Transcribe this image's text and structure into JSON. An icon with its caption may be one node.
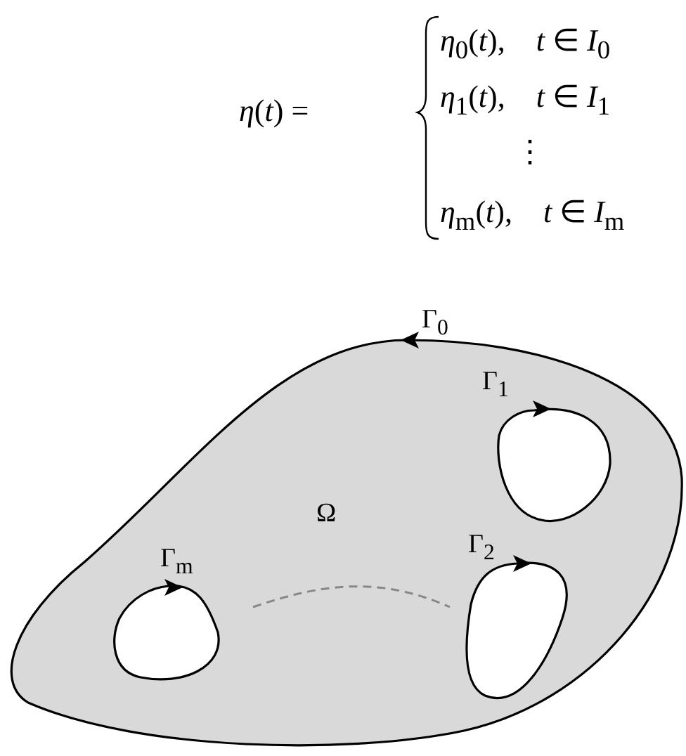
{
  "diagram": {
    "labels": [
      "*η*(*t*) =",
      "*η*$_{0}$(*t*),   *t* ∈ *I*$_{0}$",
      "*η*$_{1}$(*t*),   *t* ∈ *I*$_{1}$",
      "⋮",
      "*η*$_{m}$(*t*),   *t* ∈ *I*$_{m}$",
      "Γ$_{0}$",
      "Γ$_{1}$",
      "Ω",
      "Γ$_{m}$",
      "Γ$_{2}$"
    ]
  }
}
